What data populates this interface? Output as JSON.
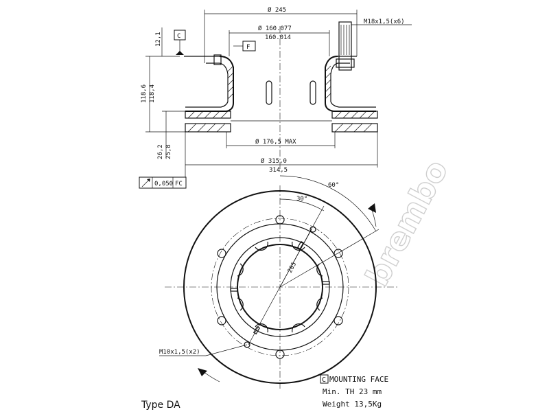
{
  "dimensions": {
    "outer_top": "Ø 245",
    "hub_upper": "Ø 160.077",
    "hub_lower": "160.014",
    "thread_top": "M18x1,5(x6)",
    "offset_12": "12,1",
    "height_a": "118,6",
    "height_b": "118,4",
    "thick_a": "26,2",
    "thick_b": "25,8",
    "inner_max": "Ø 176,5 MAX",
    "disc_a": "Ø 315,0",
    "disc_b": "314,5",
    "bolt_circle": "205",
    "angle_60": "60°",
    "angle_30": "30°",
    "thread_small": "M10x1,5(x2)"
  },
  "datums": {
    "c": "C",
    "f": "F"
  },
  "tolerance": {
    "value": "0,050",
    "ref": "FC"
  },
  "notes": {
    "mounting_face": "MOUNTING FACE",
    "mounting_letter": "C",
    "min_th": "Min. TH 23   mm",
    "weight": "Weight  13,5Kg"
  },
  "type_label": "Type DA",
  "watermark": "brembo"
}
